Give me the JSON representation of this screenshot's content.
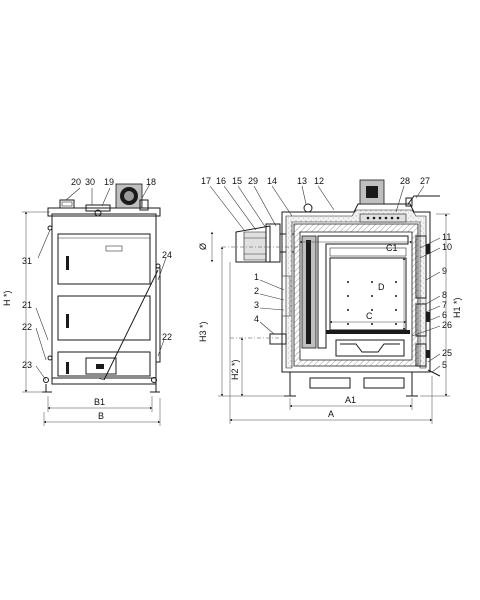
{
  "front_view": {
    "part_numbers": [
      "20",
      "30",
      "19",
      "18",
      "31",
      "24",
      "21",
      "22",
      "22",
      "23"
    ],
    "dimensions": [
      "H *)",
      "B1",
      "B"
    ]
  },
  "side_view": {
    "part_numbers": [
      "17",
      "16",
      "15",
      "29",
      "14",
      "13",
      "12",
      "28",
      "27",
      "11",
      "10",
      "9",
      "1",
      "2",
      "3",
      "4",
      "8",
      "7",
      "6",
      "26",
      "25",
      "5"
    ],
    "internal_labels": [
      "C1",
      "D",
      "C"
    ],
    "dimensions": [
      "Ø",
      "H3 *)",
      "H2 *)",
      "H1 *)",
      "A1",
      "A"
    ]
  }
}
